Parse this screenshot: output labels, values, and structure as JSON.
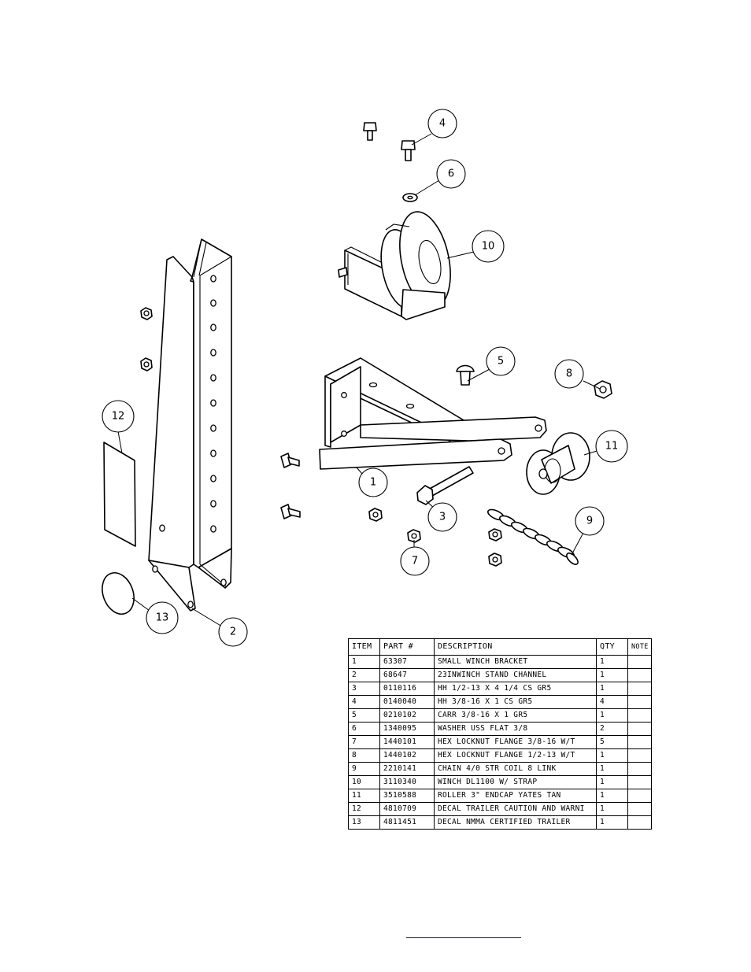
{
  "callouts": {
    "c1": "1",
    "c2": "2",
    "c3": "3",
    "c4": "4",
    "c5": "5",
    "c6": "6",
    "c7": "7",
    "c8": "8",
    "c9": "9",
    "c10": "10",
    "c11": "11",
    "c12": "12",
    "c13": "13"
  },
  "bom": {
    "headers": {
      "item": "ITEM",
      "part": "PART #",
      "description": "DESCRIPTION",
      "qty": "QTY",
      "note": "NOTE"
    },
    "rows": [
      {
        "item": "1",
        "part": "63307",
        "description": "SMALL WINCH BRACKET",
        "qty": "1",
        "note": ""
      },
      {
        "item": "2",
        "part": "68647",
        "description": "23INWINCH STAND CHANNEL",
        "qty": "1",
        "note": ""
      },
      {
        "item": "3",
        "part": "0110116",
        "description": "HH 1/2-13 X 4 1/4 CS GR5",
        "qty": "1",
        "note": ""
      },
      {
        "item": "4",
        "part": "0140040",
        "description": "HH 3/8-16 X 1 CS GR5",
        "qty": "4",
        "note": ""
      },
      {
        "item": "5",
        "part": "0210102",
        "description": "CARR 3/8-16 X 1 GR5",
        "qty": "1",
        "note": ""
      },
      {
        "item": "6",
        "part": "1340095",
        "description": "WASHER USS FLAT 3/8",
        "qty": "2",
        "note": ""
      },
      {
        "item": "7",
        "part": "1440101",
        "description": "HEX LOCKNUT FLANGE 3/8-16 W/T",
        "qty": "5",
        "note": ""
      },
      {
        "item": "8",
        "part": "1440102",
        "description": "HEX LOCKNUT FLANGE 1/2-13 W/T",
        "qty": "1",
        "note": ""
      },
      {
        "item": "9",
        "part": "2210141",
        "description": "CHAIN 4/0 STR COIL 8 LINK",
        "qty": "1",
        "note": ""
      },
      {
        "item": "10",
        "part": "3110340",
        "description": "WINCH DL1100 W/ STRAP",
        "qty": "1",
        "note": ""
      },
      {
        "item": "11",
        "part": "3510588",
        "description": "ROLLER 3\" ENDCAP YATES TAN",
        "qty": "1",
        "note": ""
      },
      {
        "item": "12",
        "part": "4810709",
        "description": "DECAL TRAILER CAUTION AND WARNI",
        "qty": "1",
        "note": ""
      },
      {
        "item": "13",
        "part": "4811451",
        "description": "DECAL NMMA CERTIFIED TRAILER",
        "qty": "1",
        "note": ""
      }
    ]
  }
}
